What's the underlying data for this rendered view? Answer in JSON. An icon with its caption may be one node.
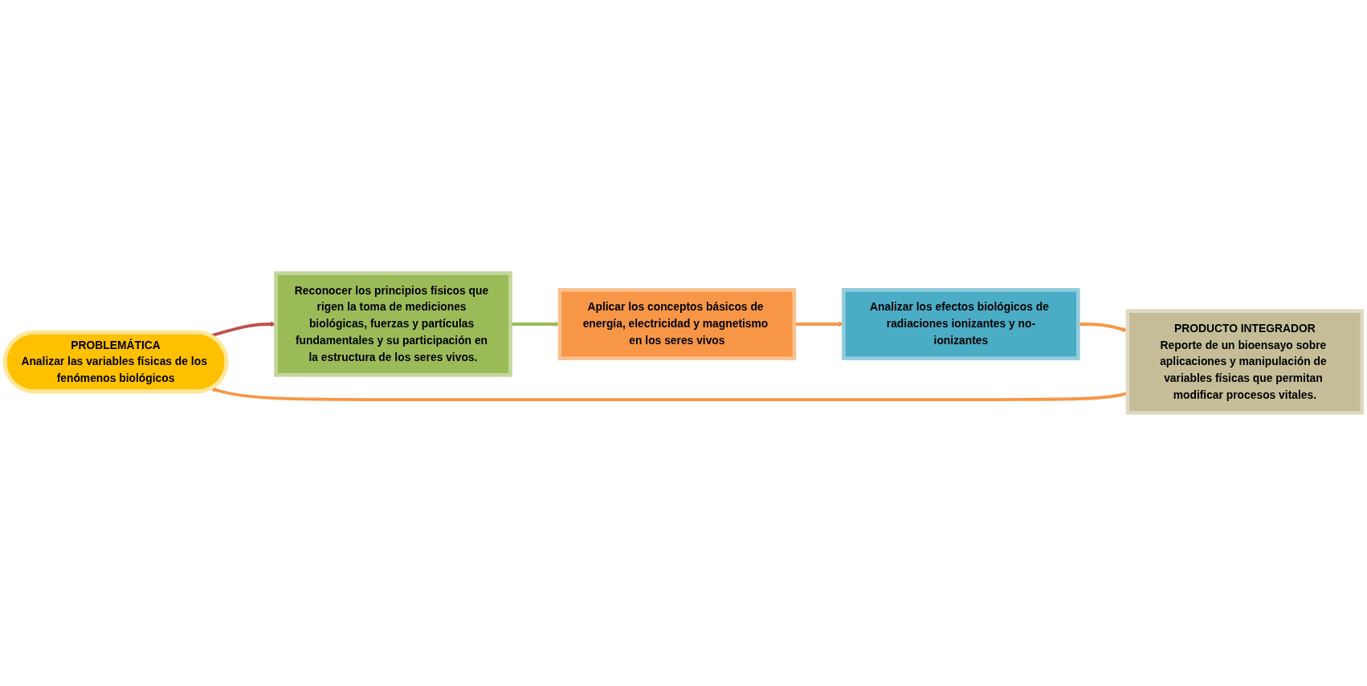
{
  "diagram": {
    "nodes": [
      {
        "text": [
          "PROBLEMÁTICA",
          "Analizar las variables físicas de los fenómenos biológicos"
        ]
      },
      {
        "text": [
          "Reconocer los principios físicos que rigen la toma de mediciones biológicas, fuerzas y partículas fundamentales y su participación en la estructura de los seres vivos."
        ]
      },
      {
        "text": [
          "Aplicar los conceptos básicos de energía, electricidad y magnetismo en los seres vivos"
        ]
      },
      {
        "text": [
          "Analizar los efectos biológicos de radiaciones ionizantes y no-ionizantes"
        ]
      },
      {
        "text": [
          "PRODUCTO INTEGRADOR",
          "Reporte de un bioensayo sobre aplicaciones y manipulación de variables físicas que permitan modificar procesos vitales."
        ]
      }
    ],
    "edges": [
      {
        "from": 0,
        "to": 1,
        "arrow": "to",
        "color": "#c0504d"
      },
      {
        "from": 1,
        "to": 2,
        "arrow": "to",
        "color": "#9bbb59"
      },
      {
        "from": 2,
        "to": 3,
        "arrow": "to"
      },
      {
        "from": 3,
        "to": 4,
        "arrow": "to"
      },
      {
        "from": 4,
        "to": 0,
        "arrow": "to"
      }
    ]
  }
}
